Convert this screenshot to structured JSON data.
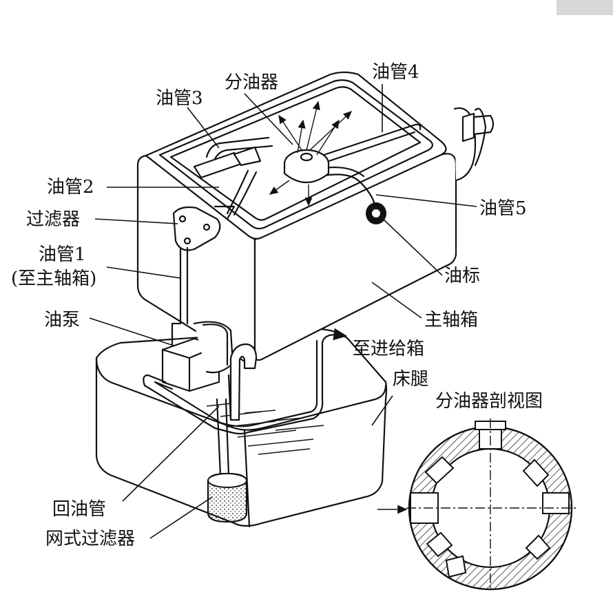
{
  "labels": {
    "oil_pipe_4": "油管4",
    "distributor": "分油器",
    "oil_pipe_3": "油管3",
    "oil_pipe_2": "油管2",
    "filter": "过滤器",
    "oil_pipe_1": "油管1",
    "to_headstock": "(至主轴箱)",
    "oil_pump": "油泵",
    "oil_pipe_5": "油管5",
    "oil_gauge": "油标",
    "headstock": "主轴箱",
    "to_feed_box": "至进给箱",
    "bed_leg": "床腿",
    "section_view": "分油器剖视图",
    "return_pipe": "回油管",
    "mesh_filter": "网式过滤器"
  },
  "colors": {
    "line": "#111111",
    "background": "#ffffff"
  }
}
